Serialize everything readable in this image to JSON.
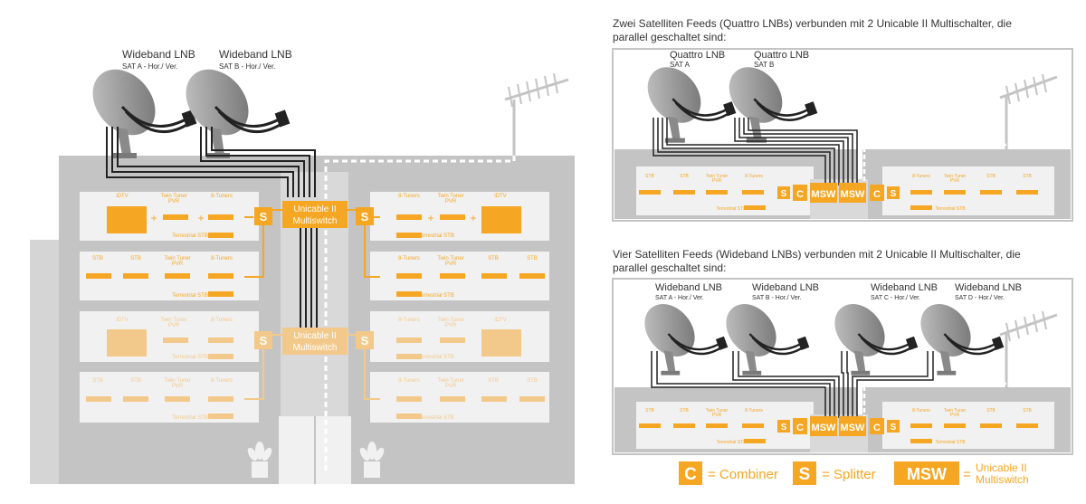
{
  "colors": {
    "orange": "#f5a623",
    "orange_dark": "#e39410",
    "orange_light": "#f2c98a",
    "wall": "#c4c4c4",
    "floor": "#f1f1f1",
    "line_gray": "#b8b8b8",
    "dish": "#8f8f8f"
  },
  "left": {
    "lnb_a": {
      "title": "Wideband LNB",
      "sub": "SAT A - Hor./ Ver."
    },
    "lnb_b": {
      "title": "Wideband LNB",
      "sub": "SAT B - Hor./ Ver."
    },
    "msw_label": "Unicable II",
    "msw_label2": "Multiswitch",
    "splitter": "S",
    "devices": {
      "idtv": "iDTV",
      "twin": "Twin Tuner",
      "pvr": "PVR",
      "eight": "8-Tuners",
      "stb": "STB",
      "terr": "Terrestrial STB"
    }
  },
  "top_right": {
    "heading1": "Zwei Satelliten Feeds (Quattro LNBs) verbunden mit  2 Unicable II  Multischalter, die",
    "heading2": "parallel geschaltet sind:",
    "lnb_a": {
      "title": "Quattro LNB",
      "sub": "SAT A"
    },
    "lnb_b": {
      "title": "Quattro LNB",
      "sub": "SAT B"
    }
  },
  "bottom_right": {
    "heading1": "Vier Satelliten Feeds (Wideband LNBs) verbunden mit  2 Unicable II  Multischalter, die",
    "heading2": "parallel geschaltet sind:",
    "lnb_a": {
      "title": "Wideband LNB",
      "sub": "SAT A - Hor./ Ver."
    },
    "lnb_b": {
      "title": "Wideband LNB",
      "sub": "SAT B - Hor./ Ver."
    },
    "lnb_c": {
      "title": "Wideband LNB",
      "sub": "SAT C - Hor./ Ver."
    },
    "lnb_d": {
      "title": "Wideband LNB",
      "sub": "SAT D - Hor./ Ver."
    }
  },
  "small": {
    "combiner": "C",
    "msw": "MSW",
    "splitter": "S"
  },
  "legend": {
    "c_key": "C",
    "c_text": "= Combiner",
    "s_key": "S",
    "s_text": "= Splitter",
    "msw_key": "MSW",
    "msw_eq": "=",
    "msw_text1": "Unicable II",
    "msw_text2": "Multiswitch"
  }
}
